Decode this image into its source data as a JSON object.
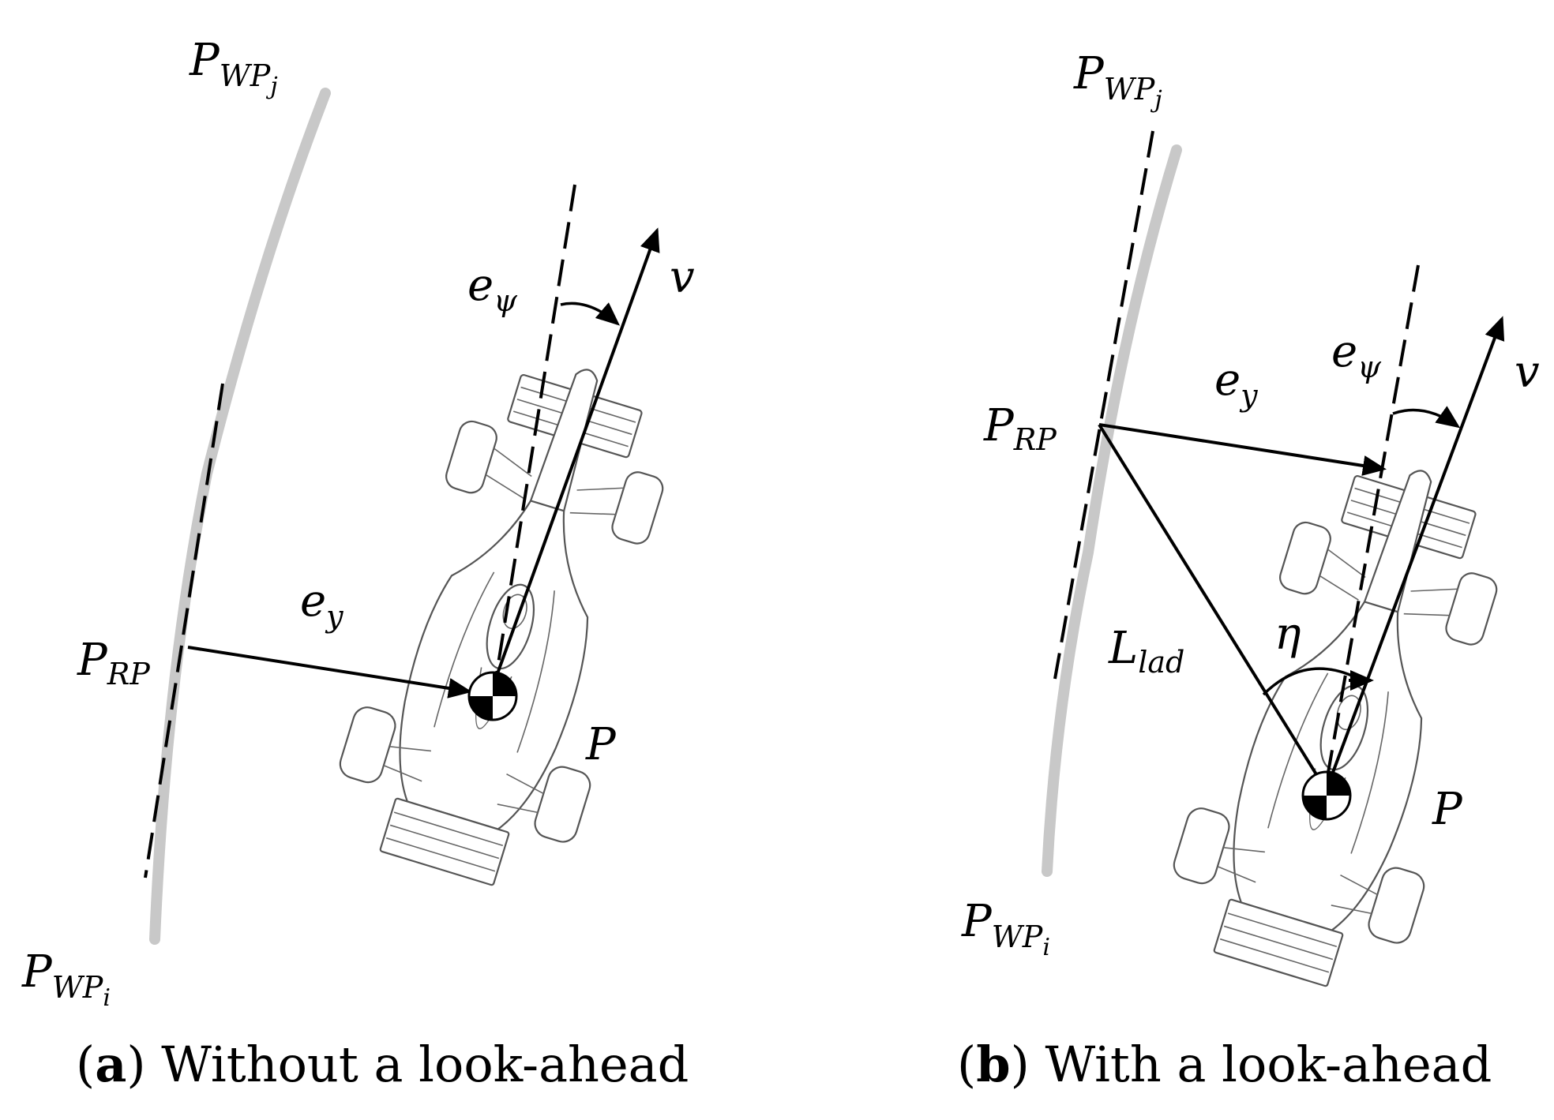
{
  "panels": [
    {
      "id": "a",
      "caption_letter": "a",
      "caption_text": "Without a look-ahead",
      "labels": {
        "wp_j": {
          "main": "P",
          "sub": "WP",
          "subsub": "j"
        },
        "wp_i": {
          "main": "P",
          "sub": "WP",
          "subsub": "i"
        },
        "rp": {
          "main": "P",
          "sub": "RP"
        },
        "e_y": {
          "main": "e",
          "sub": "y"
        },
        "e_psi": {
          "main": "e",
          "sub": "ψ"
        },
        "v": "v",
        "p": "P"
      }
    },
    {
      "id": "b",
      "caption_letter": "b",
      "caption_text": "With a look-ahead",
      "labels": {
        "wp_j": {
          "main": "P",
          "sub": "WP",
          "subsub": "j"
        },
        "wp_i": {
          "main": "P",
          "sub": "WP",
          "subsub": "i"
        },
        "rp": {
          "main": "P",
          "sub": "RP"
        },
        "e_y": {
          "main": "e",
          "sub": "y"
        },
        "e_psi": {
          "main": "e",
          "sub": "ψ"
        },
        "v": "v",
        "p": "P",
        "eta": "η",
        "l_lad": {
          "main": "L",
          "sub": "lad"
        }
      }
    }
  ],
  "colors": {
    "path": "#c8c8c8",
    "lines": "#000000",
    "car_outline": "#555555"
  }
}
